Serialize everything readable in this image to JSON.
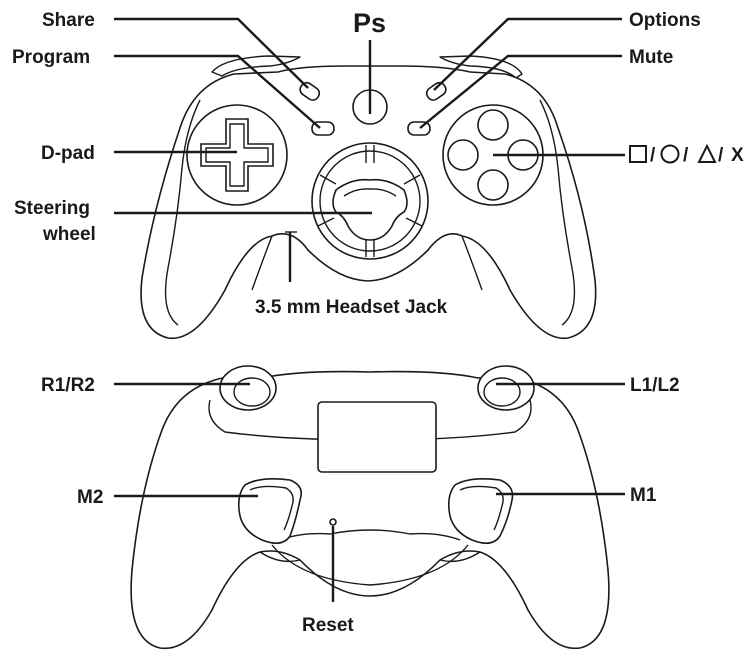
{
  "labels": {
    "share": "Share",
    "program": "Program",
    "ps": "Ps",
    "options": "Options",
    "mute": "Mute",
    "dpad": "D-pad",
    "face_buttons_sep1": "/",
    "face_buttons_sep2": "/",
    "face_buttons_sep3": "/",
    "face_buttons_x": "X",
    "steering_line1": "Steering",
    "steering_line2": "wheel",
    "headset_jack": "3.5 mm Headset Jack",
    "r1r2": "R1/R2",
    "l1l2": "L1/L2",
    "m2": "M2",
    "m1": "M1",
    "reset": "Reset"
  },
  "face_button_icons": [
    "square-icon",
    "circle-icon",
    "triangle-icon"
  ],
  "colors": {
    "line": "#1a1a1a",
    "background": "#ffffff"
  }
}
